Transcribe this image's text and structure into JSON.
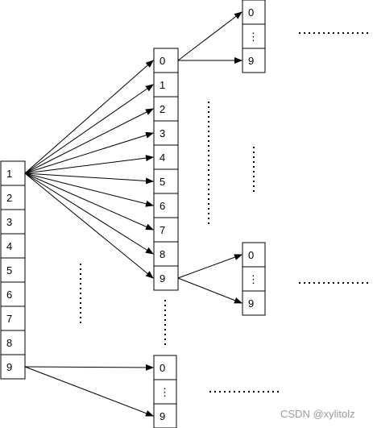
{
  "arrays": {
    "root": {
      "labels": [
        "1",
        "2",
        "3",
        "4",
        "5",
        "6",
        "7",
        "8",
        "9"
      ]
    },
    "second": {
      "labels": [
        "0",
        "1",
        "2",
        "3",
        "4",
        "5",
        "6",
        "7",
        "8",
        "9"
      ]
    },
    "third_top": {
      "labels": [
        "0",
        "⋮",
        "9"
      ]
    },
    "third_mid": {
      "labels": [
        "0",
        "⋮",
        "9"
      ]
    },
    "bottom": {
      "labels": [
        "0",
        "⋮",
        "9"
      ]
    }
  },
  "watermark": "CSDN @xylitolz"
}
